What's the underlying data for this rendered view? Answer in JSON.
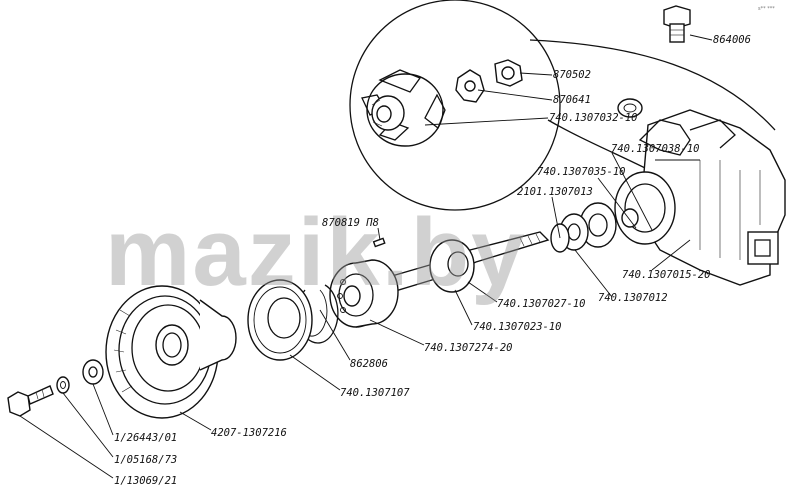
{
  "watermark": "mazik.by",
  "corner_note": "s** ***",
  "parts": [
    {
      "id": "p864006",
      "label": "864006",
      "name": "plug-fitting"
    },
    {
      "id": "p870502",
      "label": "870502",
      "name": "nut"
    },
    {
      "id": "p870641",
      "label": "870641",
      "name": "lock-washer"
    },
    {
      "id": "p7401307032",
      "label": "740.1307032-10",
      "name": "impeller"
    },
    {
      "id": "p7401307038",
      "label": "740.1307038-10",
      "name": "seal-ring"
    },
    {
      "id": "p7401307035",
      "label": "740.1307035-10",
      "name": "seal-assembly"
    },
    {
      "id": "p21011307013",
      "label": "2101.1307013",
      "name": "cuff"
    },
    {
      "id": "p870819",
      "label": "870819 П8",
      "name": "key"
    },
    {
      "id": "p7401307015",
      "label": "740.1307015-20",
      "name": "pump-housing"
    },
    {
      "id": "p7401307012",
      "label": "740.1307012",
      "name": "bushing"
    },
    {
      "id": "p7401307027",
      "label": "740.1307027-10",
      "name": "spacer"
    },
    {
      "id": "p7401307023",
      "label": "740.1307023-10",
      "name": "shaft"
    },
    {
      "id": "p862806",
      "label": "862806",
      "name": "circlip"
    },
    {
      "id": "p7401307274",
      "label": "740.1307274-20",
      "name": "bearing"
    },
    {
      "id": "p7401307107",
      "label": "740.1307107",
      "name": "cover-plate"
    },
    {
      "id": "p42071307216",
      "label": "4207-1307216",
      "name": "pulley"
    },
    {
      "id": "p12644301",
      "label": "1/26443/01",
      "name": "flat-washer"
    },
    {
      "id": "p10516873",
      "label": "1/05168/73",
      "name": "spring-washer"
    },
    {
      "id": "p11306921",
      "label": "1/13069/21",
      "name": "bolt"
    }
  ]
}
